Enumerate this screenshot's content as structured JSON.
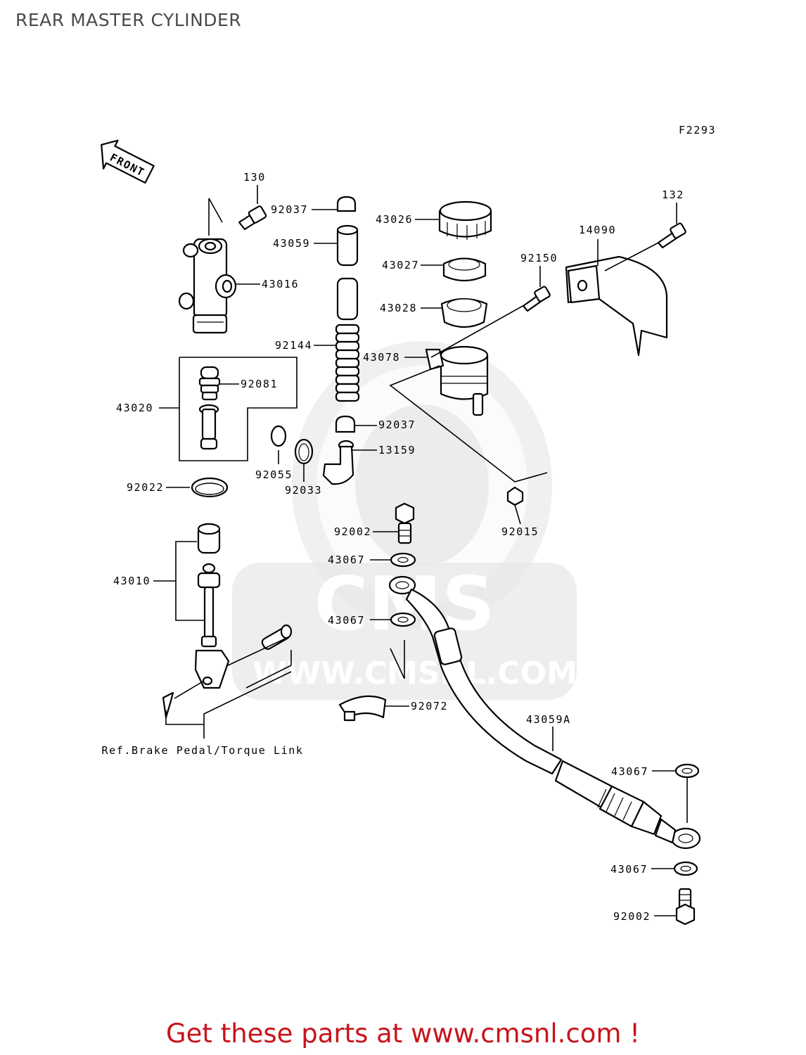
{
  "title": "REAR MASTER CYLINDER",
  "figure_code": "F2293",
  "front_arrow_text": "FRONT",
  "watermark": {
    "brand": "CMS",
    "url": "WWW.CMSNL.COM"
  },
  "reference_note": "Ref.Brake Pedal/Torque Link",
  "part_labels": {
    "p130": "130",
    "p92037_top": "92037",
    "p43026": "43026",
    "p132": "132",
    "p43059": "43059",
    "p14090": "14090",
    "p43027": "43027",
    "p92150": "92150",
    "p43016": "43016",
    "p43028": "43028",
    "p92144": "92144",
    "p43078": "43078",
    "p92081": "92081",
    "p43020": "43020",
    "p92037_mid": "92037",
    "p13159": "13159",
    "p92055": "92055",
    "p92022": "92022",
    "p92033": "92033",
    "p92002_mid": "92002",
    "p92015": "92015",
    "p43067_a": "43067",
    "p43010": "43010",
    "p43067_b": "43067",
    "p92072": "92072",
    "p43059A": "43059A",
    "p43067_c": "43067",
    "p43067_d": "43067",
    "p92002_bot": "92002"
  },
  "footer_text": "Get these parts at www.cmsnl.com !"
}
